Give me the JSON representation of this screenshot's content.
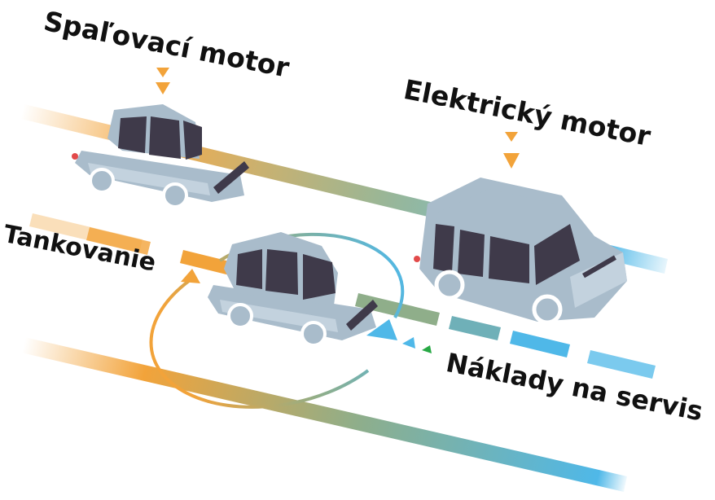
{
  "labels": {
    "combustion_engine": "Spaľovací motor",
    "electric_engine": "Elektrický motor",
    "refueling": "Tankovanie",
    "service_costs": "Náklady na servis"
  },
  "colors": {
    "road_start": "#f2a33a",
    "road_mid": "#8fae8a",
    "road_end": "#4fb8e8",
    "car_body": "#a9bccb",
    "car_body_light": "#c3d2de",
    "car_window": "#3f3a4a",
    "arrow_orange": "#f2a33a",
    "arrow_blue": "#4fb8e8",
    "arrow_green": "#27a844",
    "text": "#111111"
  },
  "icons": [
    "down-arrow-icon",
    "cycle-arrow-icon",
    "triangle-arrow-icon"
  ]
}
